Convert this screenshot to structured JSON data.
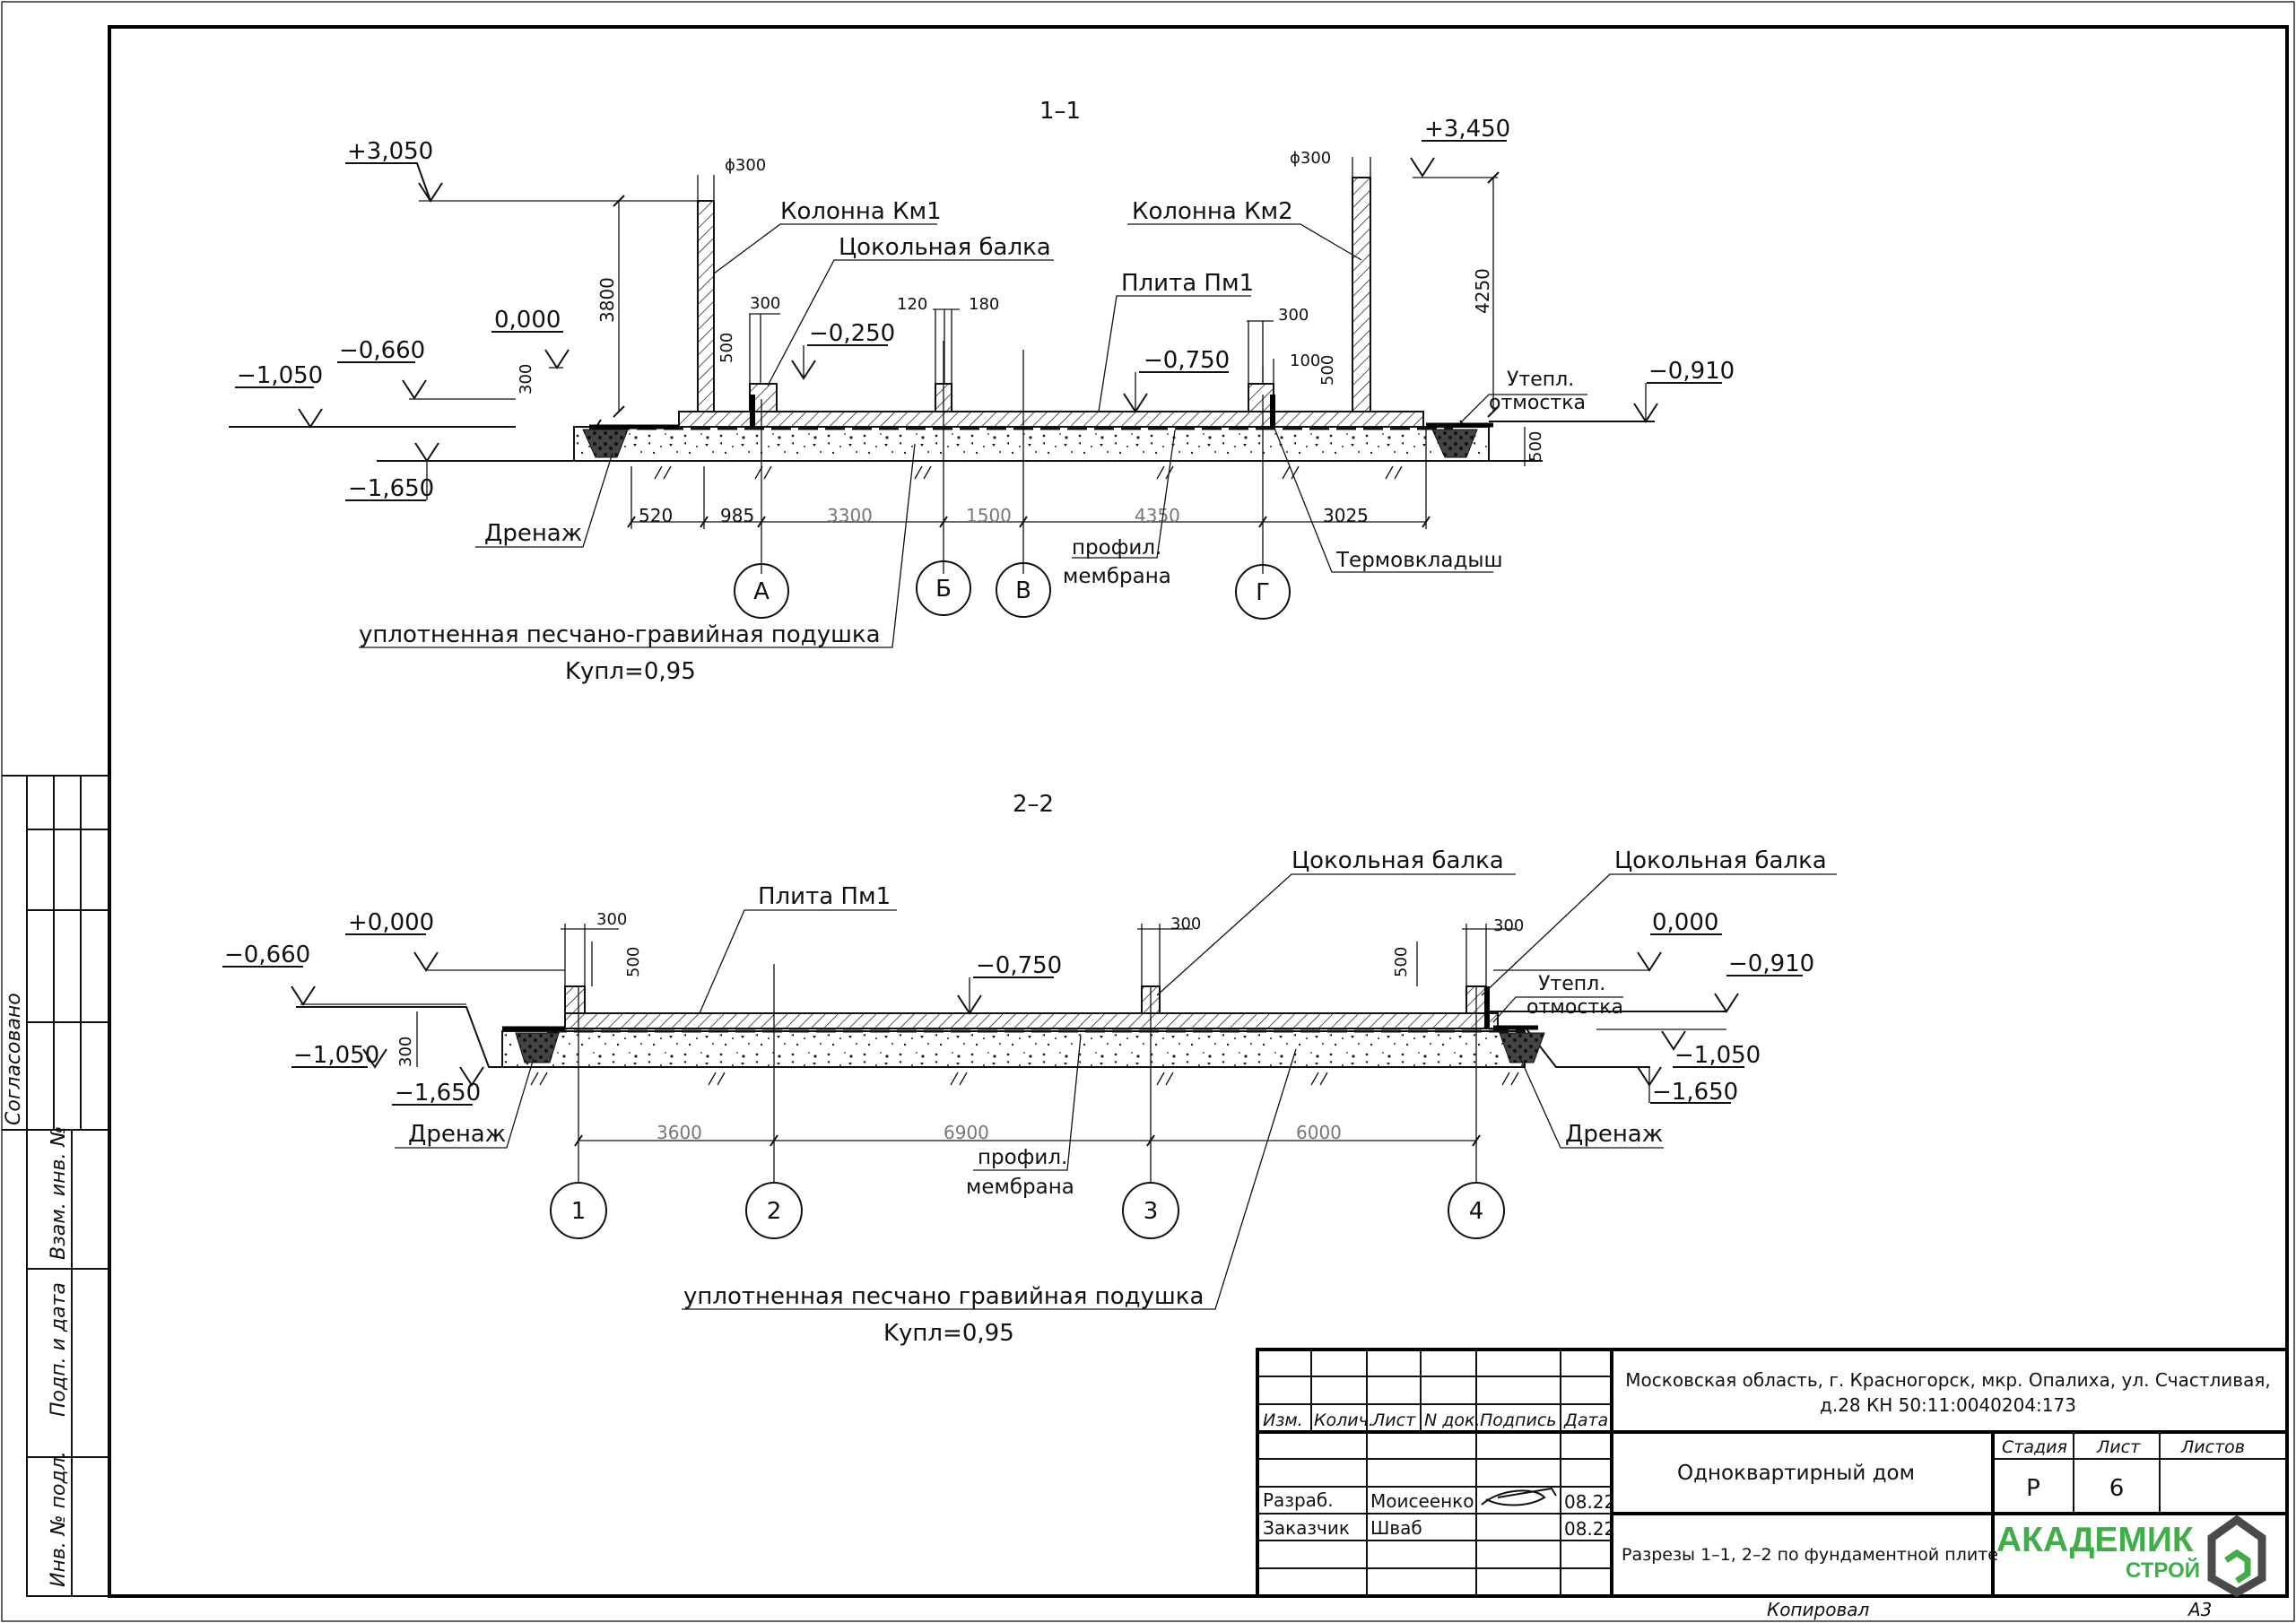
{
  "section1": {
    "title": "1–1",
    "levels": {
      "l1": "+3,050",
      "l2": "+3,450",
      "l3": "0,000",
      "l4": "−0,660",
      "l5": "−1,050",
      "l6": "−0,250",
      "l7": "−0,750",
      "l8": "−0,910",
      "l9": "−1,650"
    },
    "labels": {
      "col1": "Колонна Км1",
      "col2": "Колонна Км2",
      "beam": "Цокольная балка",
      "slab": "Плита Пм1",
      "insul1": "Утепл.",
      "insul2": "отмостка",
      "drain": "Дренаж",
      "thermo": "Термовкладыш",
      "membrane1": "профил.",
      "membrane2": "мембрана",
      "cushion": "уплотненная песчано-гравийная подушка",
      "kupl": "Kупл=0,95"
    },
    "dims": {
      "d300a": "300",
      "d300b": "300",
      "d500a": "500",
      "d500b": "500",
      "d500c": "500",
      "d300c": "300",
      "d3800": "3800",
      "d4250": "4250",
      "d120": "120",
      "d180": "180",
      "d100": "100",
      "phi1": "ϕ300",
      "phi2": "ϕ300"
    },
    "spans": [
      "520",
      "985",
      "3300",
      "1500",
      "4350",
      "3025"
    ],
    "axes": [
      "А",
      "Б",
      "В",
      "Г"
    ]
  },
  "section2": {
    "title": "2–2",
    "levels": {
      "l1": "+0,000",
      "l2": "−0,660",
      "l3": "−1,050",
      "l4": "−1,650",
      "l5": "−0,750",
      "l6": "0,000",
      "l7": "−0,910",
      "l8": "−1,050",
      "l9": "−1,650"
    },
    "labels": {
      "slab": "Плита Пм1",
      "beam1": "Цокольная балка",
      "beam2": "Цокольная балка",
      "insul1": "Утепл.",
      "insul2": "отмостка",
      "drainL": "Дренаж",
      "drainR": "Дренаж",
      "membrane1": "профил.",
      "membrane2": "мембрана",
      "cushion": "уплотненная песчано гравийная подушка",
      "kupl": "Kупл=0,95"
    },
    "dims": {
      "d300a": "300",
      "d300b": "300",
      "d300c": "300",
      "d500a": "500",
      "d500b": "500",
      "d300d": "300"
    },
    "spans": [
      "3600",
      "6900",
      "6000"
    ],
    "axes": [
      "1",
      "2",
      "3",
      "4"
    ]
  },
  "side_stamps": {
    "agreed": "Согласовано",
    "inv_vzam": "Взам. инв. №",
    "sign_date": "Подп. и дата",
    "inv_podl": "Инв. № подл."
  },
  "title_block": {
    "address1": "Московская область, г. Красногорск, мкр. Опалиха, ул. Счастливая,",
    "address2": "д.28 КН 50:11:0040204:173",
    "cols": [
      "Изм.",
      "Колич.",
      "Лист",
      "N док.",
      "Подпись",
      "Дата"
    ],
    "project": "Одноквартирный дом",
    "sheet_title": "Разрезы 1–1, 2–2 по фундаментной плите",
    "stage_h": "Стадия",
    "sheet_h": "Лист",
    "sheets_h": "Листов",
    "stage": "Р",
    "sheet": "6",
    "sheets": "",
    "role1": "Разраб.",
    "name1": "Моисеенко",
    "date1": "08.22",
    "role2": "Заказчик",
    "name2": "Шваб",
    "date2": "08.22",
    "logo_main": "АКАДЕМИК",
    "logo_sub": "СТРОЙ",
    "copied": "Копировал",
    "format": "А3"
  },
  "colors": {
    "logo_green": "#3fae49",
    "logo_dark": "#4a4a4a"
  }
}
